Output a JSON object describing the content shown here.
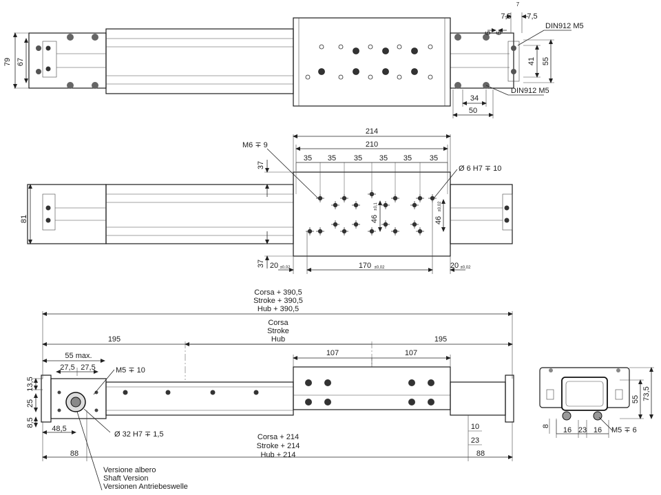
{
  "top_view": {
    "dims": {
      "d79": "79",
      "d67": "67",
      "d75a": "7,5",
      "d75b": "7,5",
      "d6a": "6",
      "d6b": "6",
      "d41": "41",
      "d55": "55",
      "d34": "34",
      "d50": "50",
      "tiny": "7"
    },
    "callouts": {
      "screw_top": "DIN912 M5",
      "screw_bottom": "DIN912 M5"
    }
  },
  "middle_view": {
    "dims": {
      "d214": "214",
      "d210": "210",
      "pitch": [
        "35",
        "35",
        "35",
        "35",
        "35",
        "35"
      ],
      "d37_top": "37",
      "d37_bottom": "37",
      "d81": "81",
      "d20_left": "20",
      "d170": "170",
      "d20_right": "20",
      "tol_left": "±0,02",
      "tol_170": "±0,02",
      "tol_right": "±0,02",
      "d46_left": "46",
      "tol_46_left": "±0,1",
      "d46_right": "46",
      "tol_46_right": "±0,02"
    },
    "callouts": {
      "thread": "M6 ∓ 9",
      "pin_hole": "Ø 6 H7 ∓ 10"
    }
  },
  "side_view": {
    "overall": {
      "line1": "Corsa + 390,5",
      "line2": "Stroke + 390,5",
      "line3": "Hub + 390,5"
    },
    "stroke": {
      "line1": "Corsa",
      "line2": "Stroke",
      "line3": "Hub"
    },
    "lower": {
      "line1": "Corsa + 214",
      "line2": "Stroke + 214",
      "line3": "Hub + 214"
    },
    "dims": {
      "d195_left": "195",
      "d195_right": "195",
      "d107_left": "107",
      "d107_right": "107",
      "d55max": "55 max.",
      "d27a": "27,5",
      "d27b": "27,5",
      "d13": "13,5",
      "d25": "25",
      "d85": "8,5",
      "d485": "48,5",
      "d88_left": "88",
      "d88_right": "88",
      "d10": "10",
      "d23": "23"
    },
    "callouts": {
      "m5": "M5 ∓ 10",
      "bore": "Ø 32 H7 ∓ 1,5"
    },
    "version": {
      "it": "Versione albero",
      "en": "Shaft Version",
      "de": "Versionen Antriebeswelle"
    }
  },
  "end_view": {
    "dims": {
      "d55": "55",
      "d735": "73,5",
      "d8": "8",
      "d16a": "16",
      "d23": "23",
      "d16b": "16"
    },
    "callouts": {
      "m5": "M5 ∓ 6"
    }
  }
}
